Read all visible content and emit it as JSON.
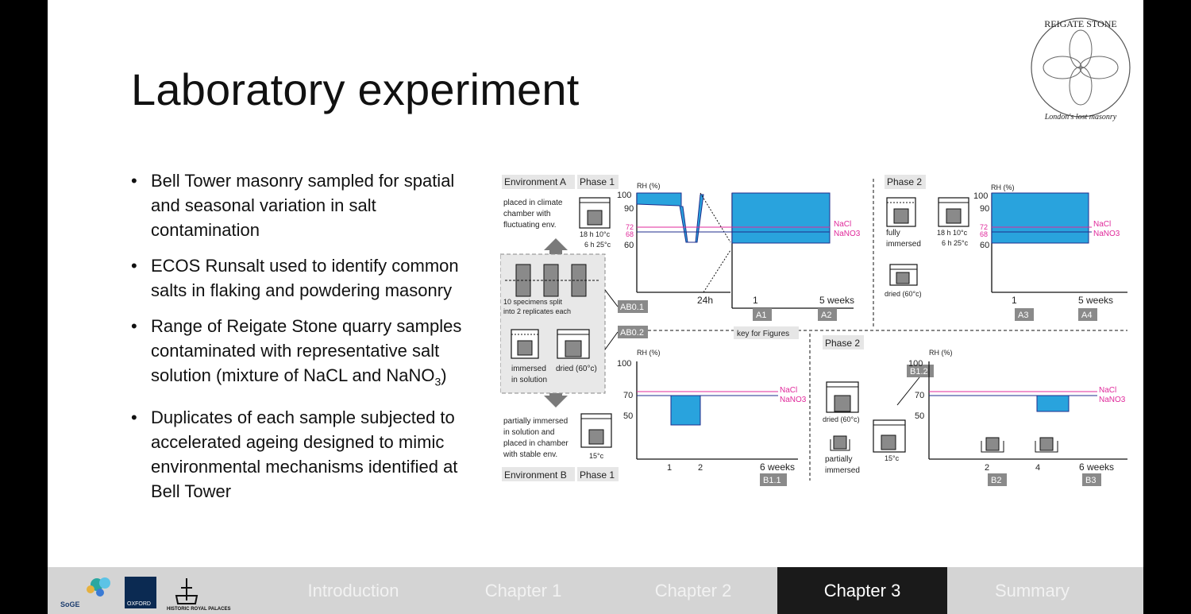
{
  "title": "Laboratory experiment",
  "bullets": [
    "Bell Tower masonry sampled for spatial and seasonal variation in salt contamination",
    "ECOS Runsalt used to identify common salts in flaking and powdering masonry",
    "Range of Reigate Stone quarry samples contaminated with representative salt solution (mixture of NaCL and NaNO",
    "Duplicates of each sample subjected to accelerated ageing designed to mimic environmental mechanisms identified at Bell Tower"
  ],
  "bullet3_sub": "3",
  "bullet3_tail": ")",
  "logo": {
    "top_text": "REIGATE STONE",
    "bottom_text": "London's lost masonry"
  },
  "figure": {
    "env_a": "Environment A",
    "env_b": "Environment B",
    "phase1": "Phase 1",
    "phase2": "Phase 2",
    "placed_climate": [
      "placed in climate",
      "chamber with",
      "fluctuating env."
    ],
    "temp_a1": "18 h  10°c",
    "temp_a2": "6 h  25°c",
    "specimens": [
      "10 specimens split",
      "into 2 replicates each"
    ],
    "immersed": [
      "immersed",
      "in solution"
    ],
    "dried": "dried (60°c)",
    "partially": [
      "partially immersed",
      "in solution and",
      "placed in chamber",
      "with stable env."
    ],
    "temp_b": "15°c",
    "fully": [
      "fully",
      "immersed"
    ],
    "partially2": [
      "partially",
      "immersed"
    ],
    "key": "key for Figures",
    "rh": "RH (%)",
    "nacl": "NaCl",
    "nano3": "NaNO3",
    "ticks_a": [
      "100",
      "90",
      "72",
      "68",
      "60"
    ],
    "ticks_b": [
      "100",
      "70",
      "50"
    ],
    "x_24h": "24h",
    "x_1": "1",
    "x_5w": "5 weeks",
    "x_b1": [
      "1",
      "2",
      "6 weeks"
    ],
    "x_b2": [
      "2",
      "4",
      "6 weeks"
    ],
    "labels": {
      "ab01": "AB0.1",
      "ab02": "AB0.2",
      "a1": "A1",
      "a2": "A2",
      "a3": "A3",
      "a4": "A4",
      "b11": "B1.1",
      "b12": "B1.2",
      "b2": "B2",
      "b3": "B3"
    }
  },
  "footer": {
    "logo_soge": "SoGE",
    "logo_oxford": "OXFORD",
    "logo_hrp": "HISTORIC ROYAL PALACES",
    "nav": [
      {
        "label": "Introduction",
        "active": false
      },
      {
        "label": "Chapter 1",
        "active": false
      },
      {
        "label": "Chapter 2",
        "active": false
      },
      {
        "label": "Chapter 3",
        "active": true
      },
      {
        "label": "Summary",
        "active": false
      }
    ]
  },
  "colors": {
    "fill_blue": "#29a3dd",
    "nacl_pink": "#e0299b",
    "nano3_blue": "#1f2e8c",
    "label_gray": "#8a8a8a"
  }
}
